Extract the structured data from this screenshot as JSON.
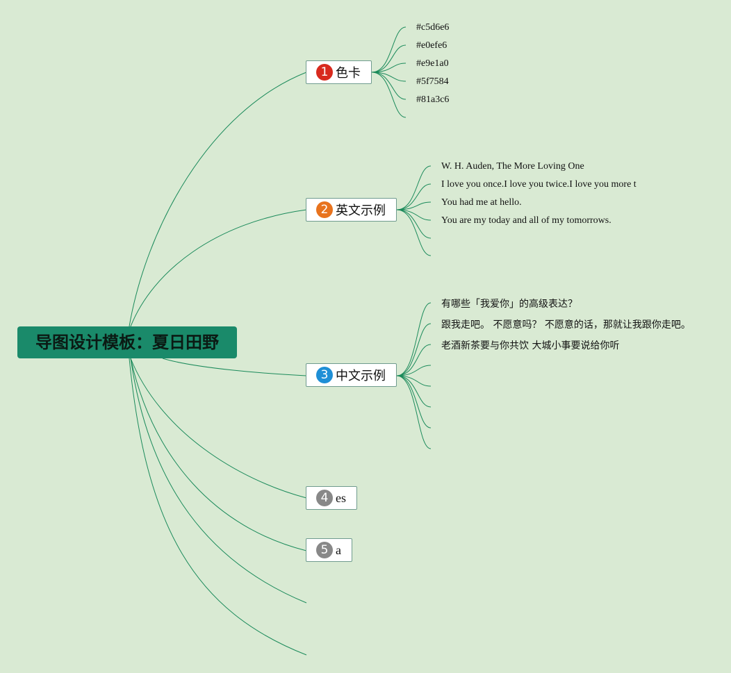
{
  "root": {
    "title": "导图设计模板：夏日田野"
  },
  "colors": {
    "background": "#d9ead3",
    "root_fill": "#1a8a6a",
    "link": "#1a8a5a",
    "badge_1": "#d82a1e",
    "badge_2": "#e8731e",
    "badge_3": "#1f8fd6",
    "badge_gray": "#888888"
  },
  "branches": [
    {
      "badge": "1",
      "label": "色卡",
      "leaves": [
        "#c5d6e6",
        "#e0efe6",
        "#e9e1a0",
        "#5f7584",
        "#81a3c6",
        ""
      ]
    },
    {
      "badge": "2",
      "label": "英文示例",
      "leaves": [
        "W. H. Auden, The More Loving One",
        "I love you once.I love you twice.I love you more t",
        "You had me at hello.",
        "You are my today and all of my tomorrows.",
        "",
        ""
      ]
    },
    {
      "badge": "3",
      "label": "中文示例",
      "leaves": [
        "有哪些「我爱你」的高级表达？",
        "跟我走吧。 不愿意吗？ 不愿意的话，那就让我跟你走吧。",
        "老酒新茶要与你共饮 大城小事要说给你听",
        "",
        "",
        "",
        "",
        ""
      ]
    },
    {
      "badge": "4",
      "label": "es",
      "leaves": []
    },
    {
      "badge": "5",
      "label": "a",
      "leaves": []
    }
  ]
}
